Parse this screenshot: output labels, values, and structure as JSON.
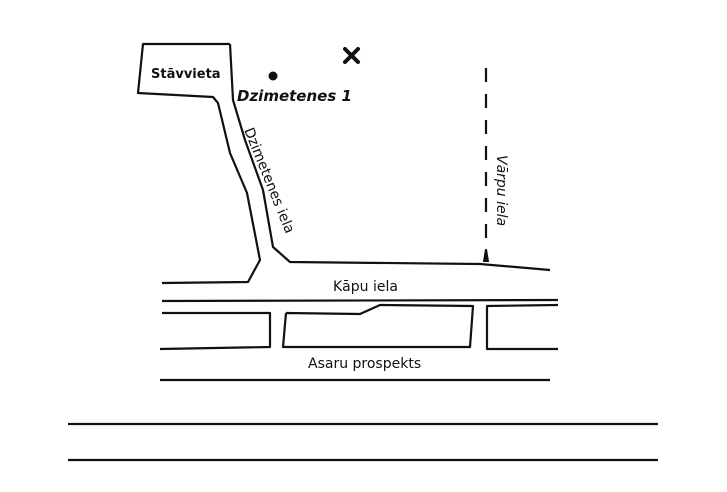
{
  "labels": {
    "parking": "Stāvvieta",
    "destination": "Dzimetenes 1",
    "street_dzimetenes": "Dzimetenes iela",
    "street_varpu": "Vārpu iela",
    "street_kapu": "Kāpu iela",
    "street_asaru": "Asaru prospekts"
  },
  "markers": {
    "destination_dot": "dot-icon",
    "target_mark": "x-mark-icon"
  }
}
